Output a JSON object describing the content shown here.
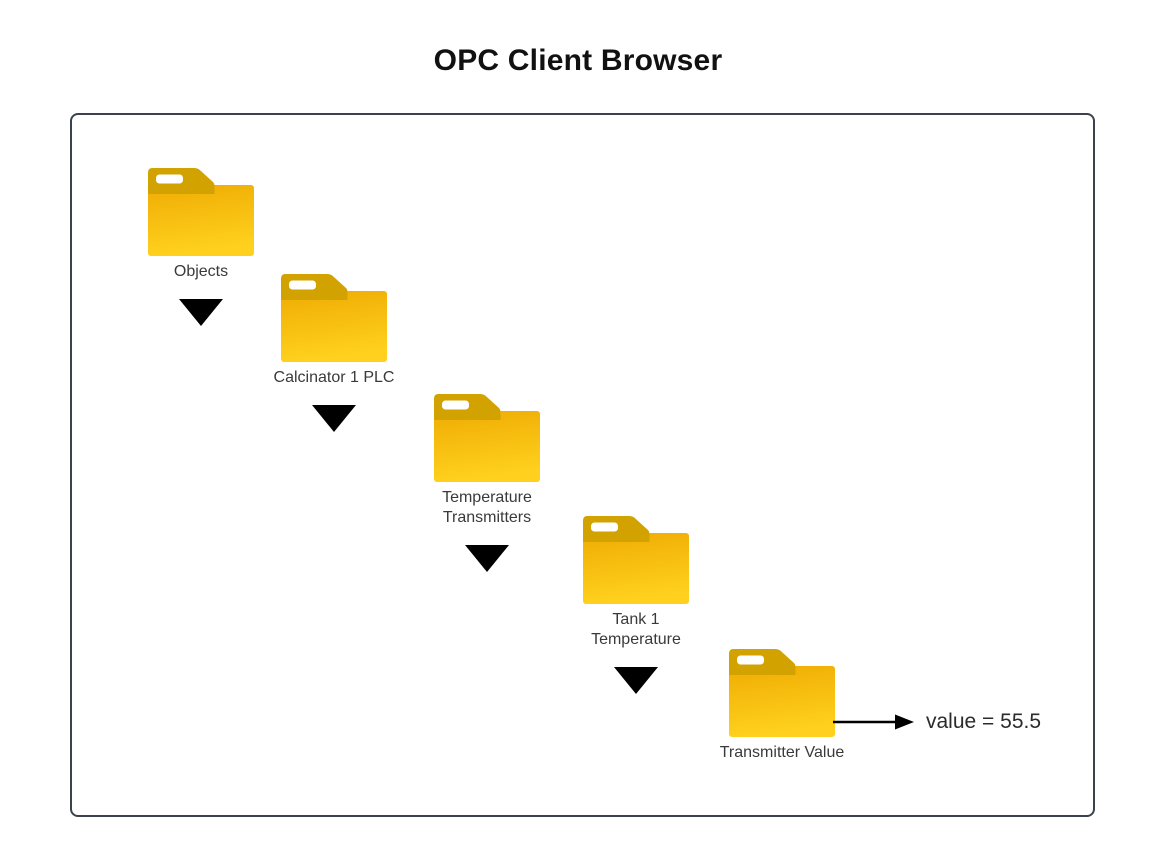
{
  "title": "OPC Client Browser",
  "colors": {
    "title_text": "#111111",
    "box_border": "#3a434d",
    "folder_tab": "#d2a300",
    "folder_body_top": "#efac03",
    "folder_body_bottom": "#ffd11e",
    "label_text": "#3a3a3a",
    "arrow": "#000000"
  },
  "icons": {
    "node": "folder-icon",
    "expand": "triangle-down-icon",
    "value_pointer": "arrow-right-icon"
  },
  "tree": {
    "nodes": [
      {
        "label": "Objects",
        "lines": [
          "Objects"
        ]
      },
      {
        "label": "Calcinator 1 PLC",
        "lines": [
          "Calcinator 1 PLC"
        ]
      },
      {
        "label": "Temperature Transmitters",
        "lines": [
          "Temperature",
          "Transmitters"
        ]
      },
      {
        "label": "Tank 1 Temperature",
        "lines": [
          "Tank 1",
          "Temperature"
        ]
      },
      {
        "label": "Transmitter Value",
        "lines": [
          "Transmitter Value"
        ]
      }
    ]
  },
  "value_annotation": {
    "text": "value = 55.5"
  }
}
